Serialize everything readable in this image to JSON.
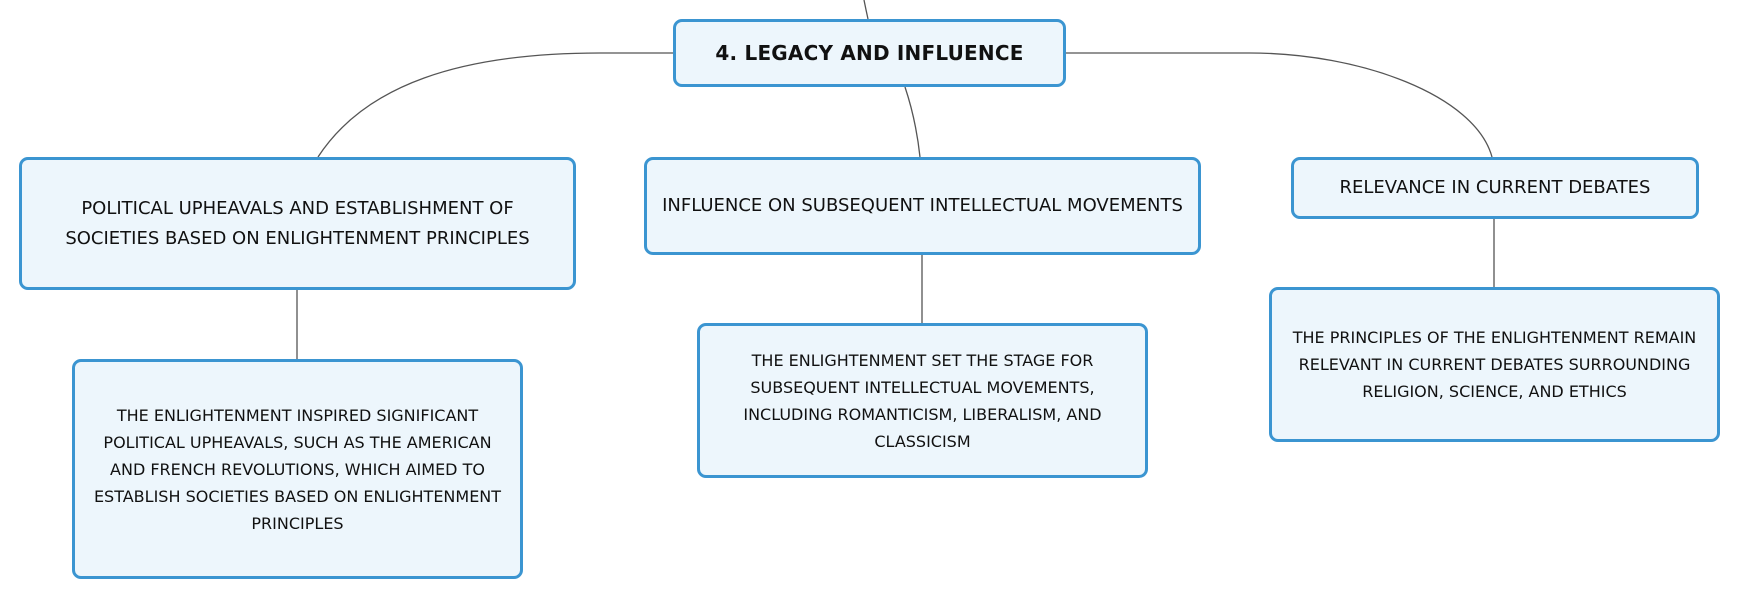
{
  "diagram": {
    "root": {
      "label": "4. LEGACY AND INFLUENCE"
    },
    "branches": [
      {
        "label": "POLITICAL UPHEAVALS AND ESTABLISHMENT OF SOCIETIES BASED ON ENLIGHTENMENT PRINCIPLES",
        "detail": "THE ENLIGHTENMENT INSPIRED SIGNIFICANT POLITICAL UPHEAVALS, SUCH AS THE AMERICAN AND FRENCH REVOLUTIONS, WHICH AIMED TO ESTABLISH SOCIETIES BASED ON ENLIGHTENMENT PRINCIPLES"
      },
      {
        "label": "INFLUENCE ON SUBSEQUENT INTELLECTUAL MOVEMENTS",
        "detail": "THE ENLIGHTENMENT SET THE STAGE FOR SUBSEQUENT INTELLECTUAL MOVEMENTS, INCLUDING ROMANTICISM, LIBERALISM, AND CLASSICISM"
      },
      {
        "label": "RELEVANCE IN CURRENT DEBATES",
        "detail": "THE PRINCIPLES OF THE ENLIGHTENMENT REMAIN RELEVANT IN CURRENT DEBATES SURROUNDING RELIGION, SCIENCE, AND ETHICS"
      }
    ],
    "colors": {
      "node_fill": "#edf6fc",
      "node_border": "#3b95d1",
      "connector": "#555555",
      "text": "#111111"
    }
  }
}
